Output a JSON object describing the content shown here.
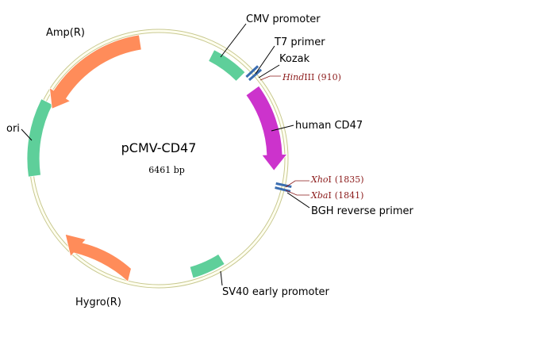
{
  "plasmid": {
    "name": "pCMV-CD47",
    "size_label": "6461 bp"
  },
  "colors": {
    "backbone_outer": "#c8c890",
    "backbone_inner": "#fffff0",
    "promoter_green": "#5ecf9a",
    "cds_magenta": "#cc33cc",
    "resistance_orange": "#ff8c5a",
    "primer_blue": "#3a6db0",
    "site_red": "#8b1a1a"
  },
  "features": {
    "cmv_promoter": "CMV promoter",
    "t7_primer": "T7 primer",
    "kozak": "Kozak",
    "human_cd47": "human CD47",
    "bgh_reverse_primer": "BGH reverse primer",
    "sv40_early_promoter": "SV40 early promoter",
    "hygro": "Hygro(R)",
    "ori": "ori",
    "amp": "Amp(R)"
  },
  "sites": {
    "hindiii": {
      "enzyme": "Hind",
      "suffix": "III",
      "position": "(910)"
    },
    "xhoi": {
      "enzyme": "Xho",
      "suffix": "I",
      "position": "(1835)"
    },
    "xbai": {
      "enzyme": "Xba",
      "suffix": "I",
      "position": "(1841)"
    }
  }
}
